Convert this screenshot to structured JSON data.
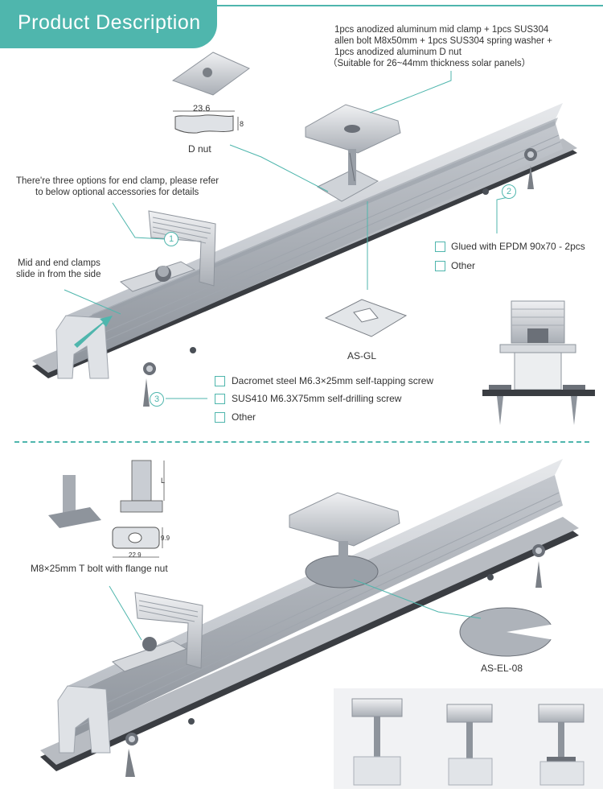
{
  "header": {
    "title": "Product Description"
  },
  "top_section": {
    "mid_clamp_desc": [
      "1pcs anodized aluminum mid clamp + 1pcs SUS304",
      "allen bolt M8x50mm + 1pcs SUS304 spring washer +",
      "1pcs anodized aluminum D nut",
      "（Suitable for 26~44mm thickness solar panels）"
    ],
    "d_nut": {
      "label": "D nut",
      "width": "23.6",
      "height": "8"
    },
    "end_clamp_note": [
      "There're three options for end clamp, please refer",
      "to below optional accessories for details"
    ],
    "slide_note": [
      "Mid and end clamps",
      "slide in from the side"
    ],
    "badges": [
      "1",
      "2",
      "3"
    ],
    "option2": [
      "Glued with EPDM 90x70 - 2pcs",
      "Other"
    ],
    "as_gl_label": "AS-GL",
    "option3": [
      "Dacromet steel M6.3×25mm self-tapping screw",
      "SUS410 M6.3X75mm self-drilling screw",
      "Other"
    ]
  },
  "bottom_section": {
    "t_bolt": {
      "label": "M8×25mm T bolt with flange nut",
      "L": "L",
      "dim_width": "22.9",
      "dim_height": "9.9"
    },
    "as_el_label": "AS-EL-08"
  },
  "colors": {
    "accent": "#4fb6ad",
    "rail": "#c9cdd3",
    "rail_dark": "#8d939b",
    "base": "#3a3d42"
  }
}
